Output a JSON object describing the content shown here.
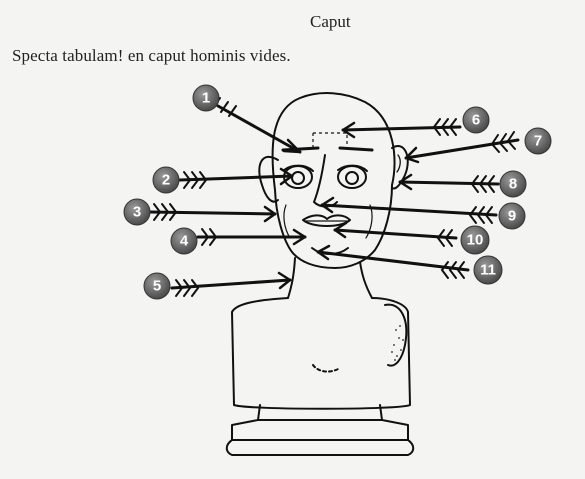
{
  "title": "Caput",
  "instruction": "Specta tabulam! en caput hominis vides.",
  "labels": [
    "1",
    "2",
    "3",
    "4",
    "5",
    "6",
    "7",
    "8",
    "9",
    "10",
    "11"
  ],
  "colors": {
    "ink": "#111111",
    "badge": "#6a6a6a",
    "paper": "#f4f4f2"
  }
}
